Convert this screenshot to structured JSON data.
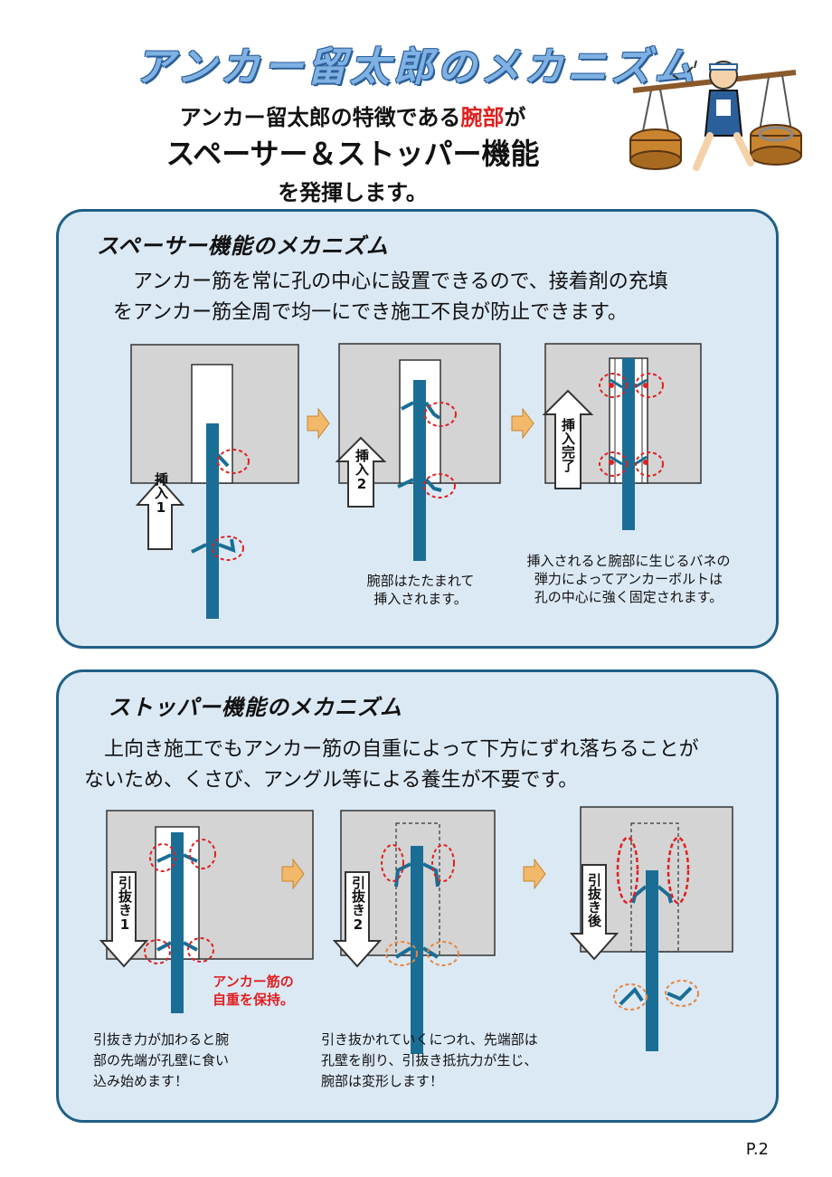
{
  "header": {
    "title": "アンカー留太郎のメカニズム",
    "sub_line1_pre": "アンカー留太郎の特徴である",
    "sub_line1_red": "腕部",
    "sub_line1_post": "が",
    "sub_line2": "スペーサー＆ストッパー機能",
    "sub_line3": "を発揮します。"
  },
  "spacer": {
    "title": "スペーサー機能のメカニズム",
    "desc1": "　アンカー筋を常に孔の中心に設置できるので、接着剤の充填",
    "desc2": "をアンカー筋全周で均一にでき施工不良が防止できます。",
    "label1": "挿入1",
    "label2": "挿入2",
    "label3": "挿入完了",
    "cap2_l1": "腕部はたたまれて",
    "cap2_l2": "挿入されます。",
    "cap3_l1": "挿入されると腕部に生じるバネの",
    "cap3_l2": "弾力によってアンカーボルトは",
    "cap3_l3": "孔の中心に強く固定されます。"
  },
  "stopper": {
    "title": "ストッパー機能のメカニズム",
    "desc1": "　上向き施工でもアンカー筋の自重によって下方にずれ落ちることが",
    "desc2": "ないため、くさび、アングル等による養生が不要です。",
    "label1": "引抜き1",
    "label2": "引抜き2",
    "label3": "引抜き後",
    "red_l1": "アンカー筋の",
    "red_l2": "自重を保持。",
    "cap1_l1": "引抜き力が加わると腕",
    "cap1_l2": "部の先端が孔壁に食い",
    "cap1_l3": "込み始めます！",
    "cap2_l1": "引き抜かれていくにつれ、先端部は",
    "cap2_l2": "孔壁を削り、引抜き抵抗力が生じ、",
    "cap2_l3": "腕部は変形します！"
  },
  "footer": {
    "page": "P.2"
  },
  "colors": {
    "rod": "#1a6e96",
    "concrete": "#d4d4d4",
    "panel_bg": "#dbe9f5",
    "panel_border": "#1f5f86",
    "red": "#e02020",
    "orange": "#e8853a",
    "step_arrow": "#f2b96a"
  }
}
